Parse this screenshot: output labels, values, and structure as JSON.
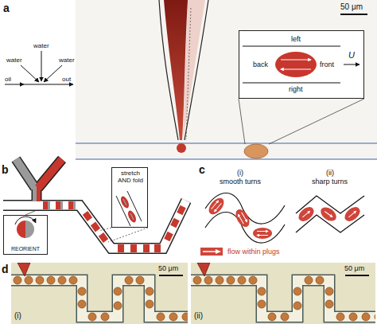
{
  "diagram": {
    "nodes": [
      {
        "text": [
          "left",
          "back",
          "front",
          "right",
          "U"
        ]
      },
      {
        "text": [
          "REORIENT"
        ]
      },
      {
        "text": [
          "stretch AND fold"
        ]
      }
    ],
    "labels": [
      "a",
      "50 μm",
      "water",
      "water",
      "water",
      "oil",
      "out",
      "b",
      "c",
      "(i)",
      "smooth turns",
      "(ii)",
      "sharp turns",
      "d",
      "50 μm",
      "50 μm",
      "(i)",
      "(ii)"
    ],
    "legend": [
      {
        "text": "flow within plugs"
      }
    ]
  }
}
